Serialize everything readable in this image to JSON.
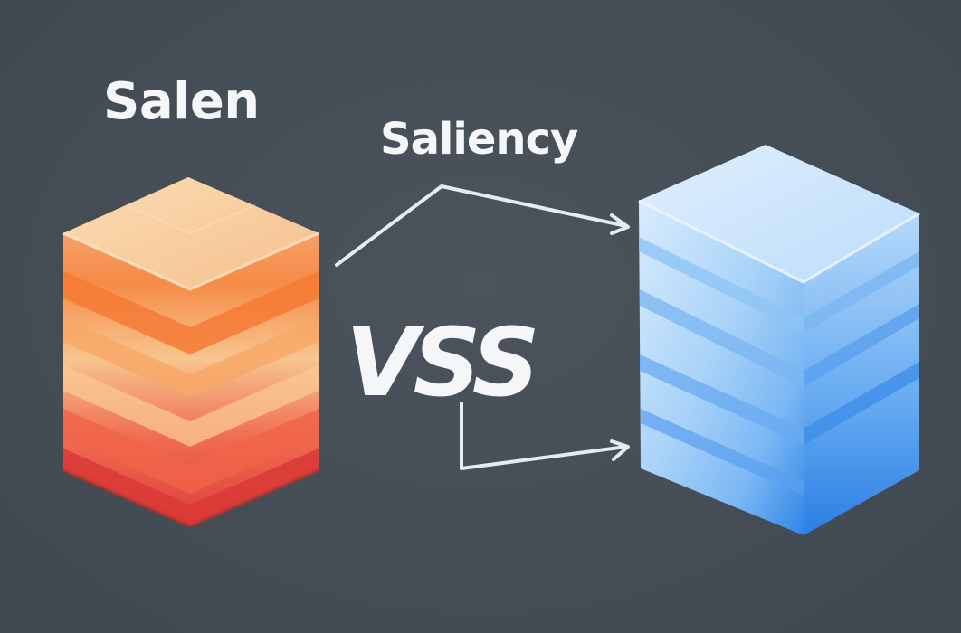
{
  "labels": {
    "left_stack_title": "Salen",
    "arrow_label": "Saliency",
    "comparison": "VSS"
  },
  "colors": {
    "background": "#444c55",
    "text": "#f4f6f7",
    "left_stack_top": "#f8cfa4",
    "left_stack_middle": "#f28742",
    "left_stack_bottom": "#e0483b",
    "right_stack_top": "#cfe6fb",
    "right_stack_middle": "#8ec4f5",
    "right_stack_bottom": "#3f93ea",
    "arrow": "#e6ebee"
  }
}
